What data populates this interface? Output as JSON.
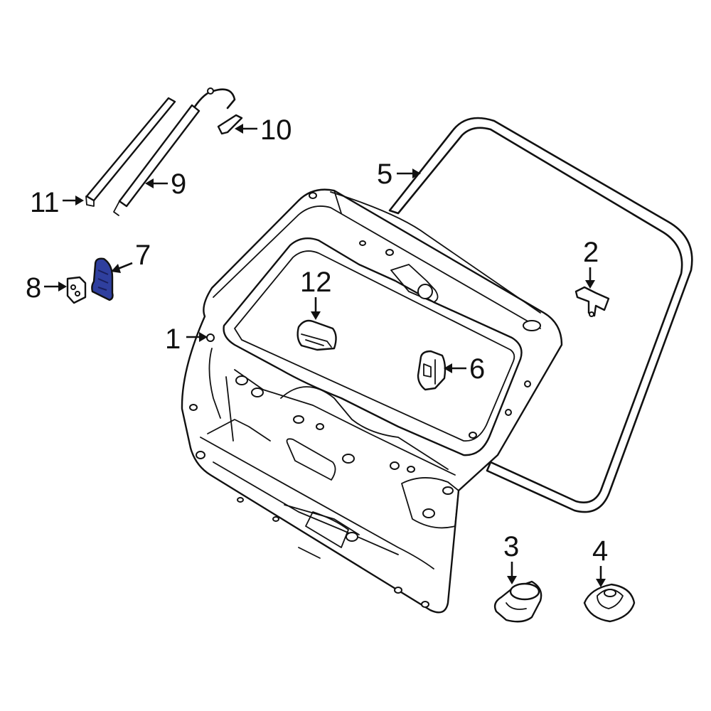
{
  "callouts": {
    "c1": "1",
    "c2": "2",
    "c3": "3",
    "c4": "4",
    "c5": "5",
    "c6": "6",
    "c7": "7",
    "c8": "8",
    "c9": "9",
    "c10": "10",
    "c11": "11",
    "c12": "12"
  },
  "highlight_color": "#2f3f9e"
}
